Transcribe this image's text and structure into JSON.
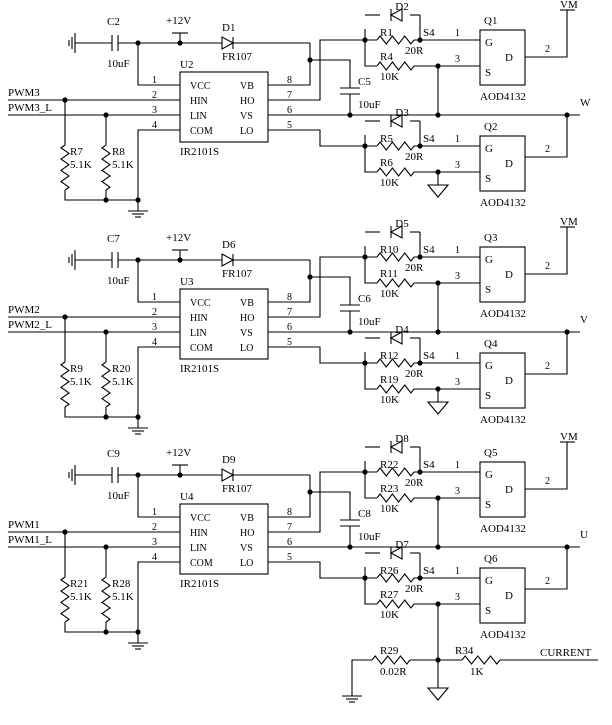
{
  "stages": [
    {
      "pwm_hi": "PWM3",
      "pwm_lo": "PWM3_L",
      "phase": "W",
      "vm": "VM",
      "vcc": "+12V",
      "cap": {
        "ref": "C2",
        "val": "10uF"
      },
      "boot_diode": {
        "ref": "D1",
        "val": "FR107"
      },
      "driver": {
        "ref": "U2",
        "part": "IR2101S",
        "pins_left": [
          "VCC",
          "HIN",
          "LIN",
          "COM"
        ],
        "pins_right": [
          "VB",
          "HO",
          "VS",
          "LO"
        ]
      },
      "boot_cap": {
        "ref": "C5",
        "val": "10uF"
      },
      "pulldown_hi": {
        "ref": "R8",
        "val": "5.1K"
      },
      "pulldown_lo": {
        "ref": "R7",
        "val": "5.1K"
      },
      "hi_gate": {
        "diode": "D2",
        "s": "S4",
        "r_series": "R1",
        "r_series_val": "20R",
        "r_pd": "R4",
        "r_pd_val": "10K",
        "fet": "Q1",
        "fet_part": "AOD4132"
      },
      "lo_gate": {
        "diode": "D3",
        "s": "S4",
        "r_series": "R5",
        "r_series_val": "20R",
        "r_pd": "R6",
        "r_pd_val": "10K",
        "fet": "Q2",
        "fet_part": "AOD4132"
      }
    },
    {
      "pwm_hi": "PWM2",
      "pwm_lo": "PWM2_L",
      "phase": "V",
      "vm": "VM",
      "vcc": "+12V",
      "cap": {
        "ref": "C7",
        "val": "10uF"
      },
      "boot_diode": {
        "ref": "D6",
        "val": "FR107"
      },
      "driver": {
        "ref": "U3",
        "part": "IR2101S",
        "pins_left": [
          "VCC",
          "HIN",
          "LIN",
          "COM"
        ],
        "pins_right": [
          "VB",
          "HO",
          "VS",
          "LO"
        ]
      },
      "boot_cap": {
        "ref": "C6",
        "val": "10uF"
      },
      "pulldown_hi": {
        "ref": "R20",
        "val": "5.1K"
      },
      "pulldown_lo": {
        "ref": "R9",
        "val": "5.1K"
      },
      "hi_gate": {
        "diode": "D5",
        "s": "S4",
        "r_series": "R10",
        "r_series_val": "20R",
        "r_pd": "R11",
        "r_pd_val": "10K",
        "fet": "Q3",
        "fet_part": "AOD4132"
      },
      "lo_gate": {
        "diode": "D4",
        "s": "S4",
        "r_series": "R12",
        "r_series_val": "20R",
        "r_pd": "R19",
        "r_pd_val": "10K",
        "fet": "Q4",
        "fet_part": "AOD4132"
      }
    },
    {
      "pwm_hi": "PWM1",
      "pwm_lo": "PWM1_L",
      "phase": "U",
      "vm": "VM",
      "vcc": "+12V",
      "cap": {
        "ref": "C9",
        "val": "10uF"
      },
      "boot_diode": {
        "ref": "D9",
        "val": "FR107"
      },
      "driver": {
        "ref": "U4",
        "part": "IR2101S",
        "pins_left": [
          "VCC",
          "HIN",
          "LIN",
          "COM"
        ],
        "pins_right": [
          "VB",
          "HO",
          "VS",
          "LO"
        ]
      },
      "boot_cap": {
        "ref": "C8",
        "val": "10uF"
      },
      "pulldown_hi": {
        "ref": "R28",
        "val": "5.1K"
      },
      "pulldown_lo": {
        "ref": "R21",
        "val": "5.1K"
      },
      "hi_gate": {
        "diode": "D8",
        "s": "S4",
        "r_series": "R22",
        "r_series_val": "20R",
        "r_pd": "R23",
        "r_pd_val": "10K",
        "fet": "Q5",
        "fet_part": "AOD4132"
      },
      "lo_gate": {
        "diode": "D7",
        "s": "S4",
        "r_series": "R26",
        "r_series_val": "20R",
        "r_pd": "R27",
        "r_pd_val": "10K",
        "fet": "Q6",
        "fet_part": "AOD4132"
      }
    }
  ],
  "fet_pins": {
    "gate_num": "1",
    "gate": "G",
    "drain_num": "2",
    "drain": "D",
    "source_num": "3",
    "source": "S"
  },
  "driver_pin_nums": {
    "left": [
      "1",
      "2",
      "3",
      "4"
    ],
    "right": [
      "8",
      "7",
      "6",
      "5"
    ]
  },
  "sense": {
    "shunt": "R29",
    "shunt_val": "0.02R",
    "filter": "R34",
    "filter_val": "1K",
    "net": "CURRENT"
  }
}
